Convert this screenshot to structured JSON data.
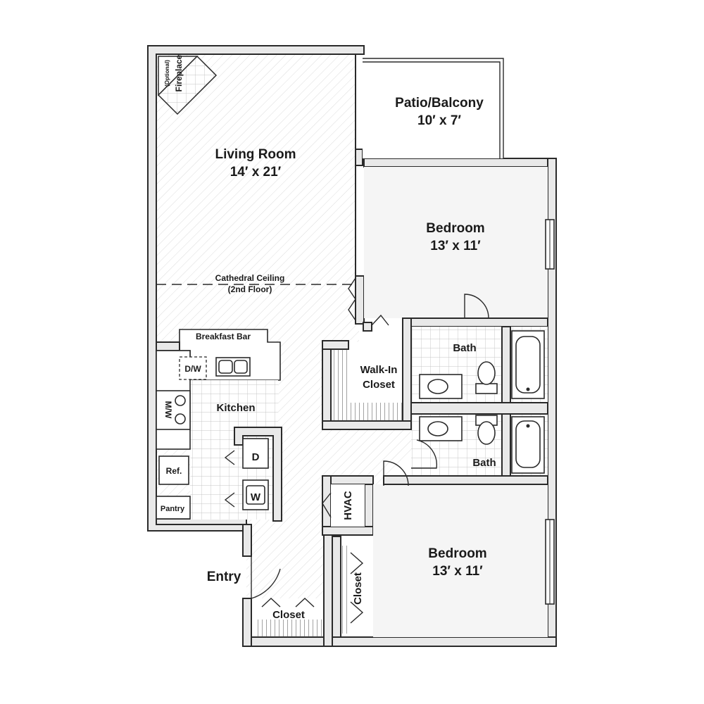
{
  "rooms": {
    "living": {
      "name": "Living Room",
      "size": "14′ x 21′"
    },
    "patio": {
      "name": "Patio/Balcony",
      "size": "10′ x 7′"
    },
    "bedroom1": {
      "name": "Bedroom",
      "size": "13′ x 11′"
    },
    "bedroom2": {
      "name": "Bedroom",
      "size": "13′ x 11′"
    },
    "bath1": {
      "name": "Bath"
    },
    "bath2": {
      "name": "Bath"
    },
    "walkin": {
      "line1": "Walk-In",
      "line2": "Closet"
    },
    "kitchen": {
      "name": "Kitchen"
    },
    "hvac": {
      "name": "HVAC"
    },
    "entry_closet": {
      "name": "Closet"
    },
    "bed_closet": {
      "name": "Closet"
    }
  },
  "labels": {
    "cathedral_line1": "Cathedral Ceiling",
    "cathedral_line2": "(2nd Floor)",
    "breakfast_bar": "Breakfast Bar",
    "fireplace_optional": "(Optional)",
    "fireplace": "Fireplace",
    "dishwasher": "D/W",
    "microwave": "M/W",
    "refrigerator": "Ref.",
    "pantry": "Pantry",
    "dryer": "D",
    "washer": "W",
    "entry": "Entry"
  },
  "colors": {
    "wall": "#e9e9e9",
    "line": "#2a2a2a",
    "floor_tile": "#bdbdbd"
  }
}
